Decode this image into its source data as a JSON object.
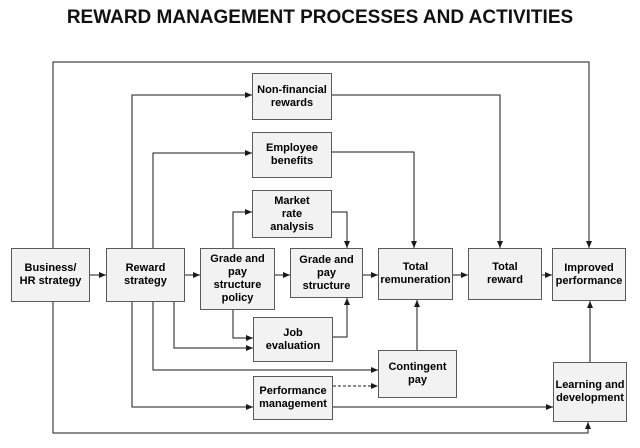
{
  "title": "REWARD MANAGEMENT PROCESSES AND ACTIVITIES",
  "style": {
    "background": "#ffffff",
    "box_fill": "#f2f2f2",
    "box_border": "#5a5a5a",
    "line_color": "#1a1a1a",
    "title_color": "#111111"
  },
  "nodes": {
    "business_hr_strategy": {
      "label": "Business/\nHR strategy"
    },
    "reward_strategy": {
      "label": "Reward\nstrategy"
    },
    "grade_pay_structure_policy": {
      "label": "Grade and\npay\nstructure\npolicy"
    },
    "grade_pay_structure": {
      "label": "Grade and\npay\nstructure"
    },
    "market_rate_analysis": {
      "label": "Market\nrate\nanalysis"
    },
    "job_evaluation": {
      "label": "Job\nevaluation"
    },
    "non_financial_rewards": {
      "label": "Non-financial\nrewards"
    },
    "employee_benefits": {
      "label": "Employee\nbenefits"
    },
    "total_remuneration": {
      "label": "Total\nremuneration"
    },
    "total_reward": {
      "label": "Total\nreward"
    },
    "improved_performance": {
      "label": "Improved\nperformance"
    },
    "contingent_pay": {
      "label": "Contingent\npay"
    },
    "performance_management": {
      "label": "Performance\nmanagement"
    },
    "learning_development": {
      "label": "Learning and\ndevelopment"
    }
  },
  "edges": [
    {
      "from": "business_hr_strategy",
      "to": "reward_strategy",
      "line": "solid"
    },
    {
      "from": "reward_strategy",
      "to": "grade_pay_structure_policy",
      "line": "solid"
    },
    {
      "from": "reward_strategy",
      "to": "non_financial_rewards",
      "line": "solid"
    },
    {
      "from": "reward_strategy",
      "to": "employee_benefits",
      "line": "solid"
    },
    {
      "from": "reward_strategy",
      "to": "job_evaluation",
      "line": "solid"
    },
    {
      "from": "reward_strategy",
      "to": "contingent_pay",
      "line": "solid"
    },
    {
      "from": "reward_strategy",
      "to": "performance_management",
      "line": "solid"
    },
    {
      "from": "grade_pay_structure_policy",
      "to": "market_rate_analysis",
      "line": "solid"
    },
    {
      "from": "grade_pay_structure_policy",
      "to": "grade_pay_structure",
      "line": "solid"
    },
    {
      "from": "grade_pay_structure_policy",
      "to": "job_evaluation",
      "line": "solid"
    },
    {
      "from": "market_rate_analysis",
      "to": "grade_pay_structure",
      "line": "solid"
    },
    {
      "from": "job_evaluation",
      "to": "grade_pay_structure",
      "line": "solid"
    },
    {
      "from": "grade_pay_structure",
      "to": "total_remuneration",
      "line": "solid"
    },
    {
      "from": "non_financial_rewards",
      "to": "total_reward",
      "line": "solid"
    },
    {
      "from": "employee_benefits",
      "to": "total_remuneration",
      "line": "solid"
    },
    {
      "from": "contingent_pay",
      "to": "total_remuneration",
      "line": "solid"
    },
    {
      "from": "total_remuneration",
      "to": "total_reward",
      "line": "solid"
    },
    {
      "from": "total_reward",
      "to": "improved_performance",
      "line": "solid"
    },
    {
      "from": "performance_management",
      "to": "contingent_pay",
      "line": "dashed"
    },
    {
      "from": "performance_management",
      "to": "learning_development",
      "line": "solid"
    },
    {
      "from": "learning_development",
      "to": "improved_performance",
      "line": "solid"
    },
    {
      "from": "business_hr_strategy",
      "to": "improved_performance",
      "line": "solid"
    },
    {
      "from": "business_hr_strategy",
      "to": "learning_development",
      "line": "solid"
    }
  ]
}
